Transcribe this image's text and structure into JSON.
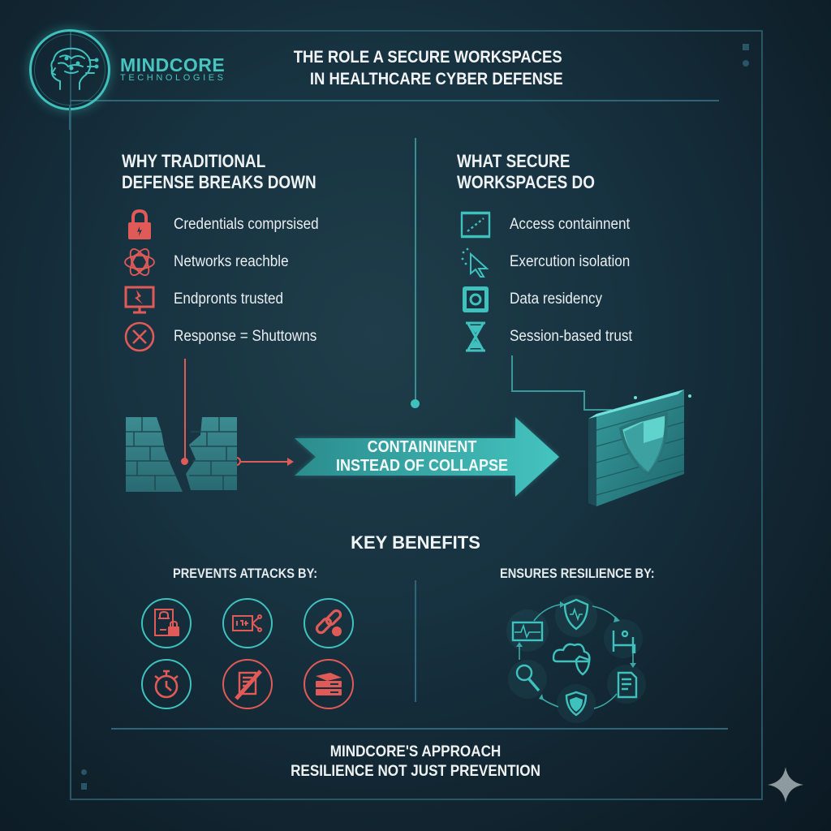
{
  "header": {
    "brand_name": "MINDCORE",
    "brand_sub": "TECHNOLOGIES",
    "title_line1": "THE ROLE A SECURE WORKSPACES",
    "title_line2": "IN HEALTHCARE CYBER DEFENSE"
  },
  "left_section": {
    "heading_line1": "WHY TRADITIONAL",
    "heading_line2": "DEFENSE BREAKS DOWN",
    "items": [
      {
        "icon": "padlock-icon",
        "label": "Credentials comprsised"
      },
      {
        "icon": "network-atom-icon",
        "label": "Networks reachble"
      },
      {
        "icon": "broken-monitor-icon",
        "label": "Endpronts trusted"
      },
      {
        "icon": "x-circle-icon",
        "label": "Response = Shuttowns"
      }
    ]
  },
  "right_section": {
    "heading_line1": "WHAT SECURE",
    "heading_line2": "WORKSPACES DO",
    "items": [
      {
        "icon": "container-frame-icon",
        "label": "Access containnent"
      },
      {
        "icon": "cursor-click-icon",
        "label": "Exercution isolation"
      },
      {
        "icon": "vault-icon",
        "label": "Data residency"
      },
      {
        "icon": "hourglass-icon",
        "label": "Session-based trust"
      }
    ]
  },
  "transition": {
    "line1": "CONTAININENT",
    "line2": "INSTEAD OF COLLAPSE",
    "left_graphic": "broken-wall-icon",
    "right_graphic": "shielded-wall-icon"
  },
  "benefits": {
    "heading": "KEY BENEFITS",
    "prevents_heading": "PREVENTS ATTACKS BY:",
    "prevents_icons": [
      "locked-document-icon",
      "network-panel-icon",
      "broken-link-icon",
      "stopwatch-icon",
      "no-document-icon",
      "stacked-servers-icon"
    ],
    "resilience_heading": "ENSURES RESILIENCE BY:",
    "resilience_icons": [
      "shield-heartbeat-icon",
      "hospital-bed-icon",
      "document-icon",
      "shield-icon",
      "magnifier-icon",
      "heart-monitor-icon",
      "cloud-shield-icon"
    ]
  },
  "footer": {
    "line1": "MINDCORE'S APPROACH",
    "line2": "RESILIENCE NOT JUST PREVENTION"
  },
  "colors": {
    "background": "#173240",
    "accent_teal": "#3fc1bd",
    "alert_red": "#e05a58",
    "frame": "#2a5566",
    "text": "#eef2f3"
  }
}
